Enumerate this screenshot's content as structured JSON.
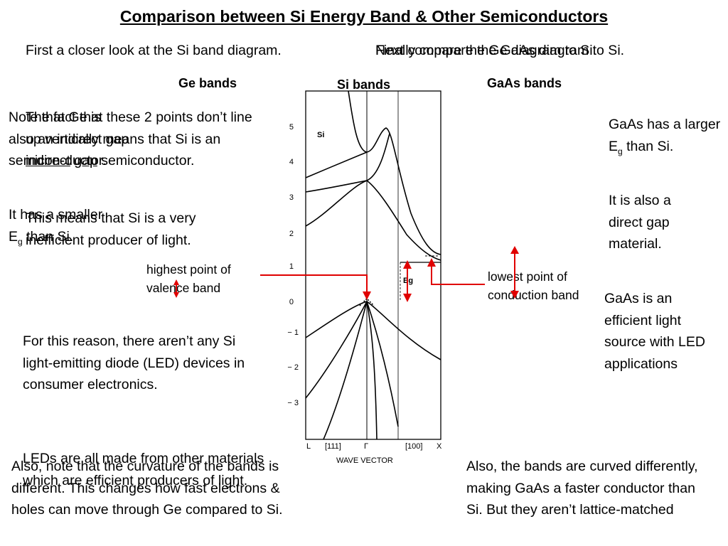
{
  "title": "Comparison between Si Energy Band & Other Semiconductors",
  "subtitles": {
    "left": "First a closer look at the Si band diagram.",
    "right_a": "Next compare the Ge diagram to Si.",
    "right_b": "Finally compare the GaAs diagram to Si."
  },
  "column_headers": {
    "ge": "Ge bands",
    "si": "Si bands",
    "gaas": "GaAs bands"
  },
  "left_texts": {
    "ge_note_1": "Note that Ge is also an indirect gap semicon-ductor.",
    "si_note_1_part1": "The fact that these 2 points don’t line up vertically means that Si is an ",
    "si_note_1_indirect": "indirect",
    "si_note_1_gap": "gap",
    "si_note_1_part2": " semiconductor.",
    "ge_note_2": "It has a smaller",
    "ge_note_2_eg": "E",
    "ge_note_2_sub": "g",
    "ge_note_2_end": " than Si.",
    "si_note_2": "This means that Si is a very inefficient producer of light.",
    "si_note_3": "For this reason, there aren’t any Si light-emitting diode (LED) devices in consumer electronics.",
    "led_note": "LEDs are all made from other materials which are efficient producers of light.",
    "curvature_note": "Also, note that the curvature of the bands is different.  This changes how fast electrons & holes can move through Ge compared to Si."
  },
  "right_texts": {
    "gaas_1_pre": "GaAs has a larger E",
    "gaas_1_sub": "g",
    "gaas_1_post": " than Si.",
    "gaas_2": "It is also a direct gap material.",
    "gaas_3": "GaAs is an efficient light source with LED applications",
    "gaas_4": "Also, the bands are curved differently, making GaAs a faster conductor than Si.  But they aren’t lattice-matched"
  },
  "annotations": {
    "valence": "highest point of valence band",
    "conduction": "lowest point of conduction band"
  },
  "diagram": {
    "y_ticks": [
      "5",
      "4",
      "3",
      "2",
      "1",
      "0",
      "− 1",
      "− 2",
      "− 3"
    ],
    "x_labels": [
      "L",
      "[111]",
      "Γ",
      "[100]",
      "X"
    ],
    "x_axis_title": "WAVE VECTOR",
    "material_label": "Si",
    "eg_label": "Eg"
  },
  "colors": {
    "arrow": "#e00000",
    "text": "#000000",
    "background": "#ffffff"
  }
}
